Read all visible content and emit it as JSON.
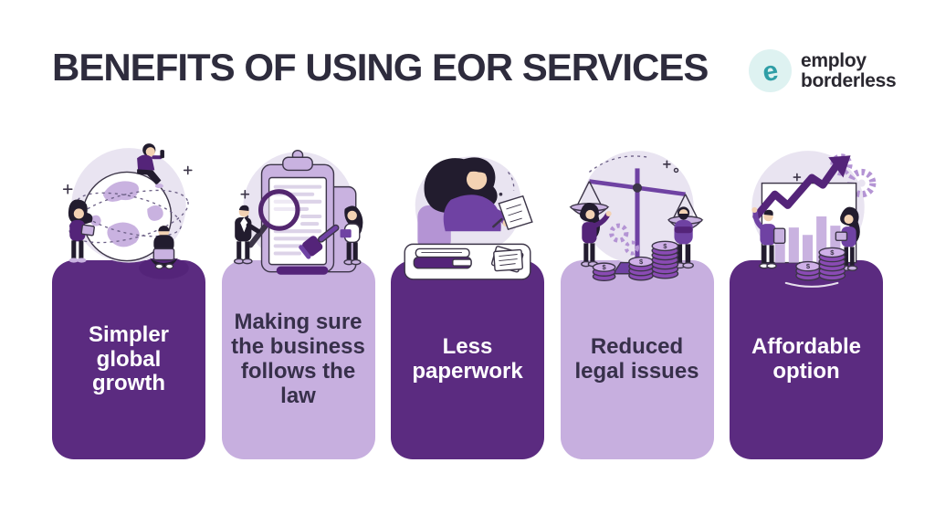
{
  "header": {
    "title": "BENEFITS OF USING EOR SERVICES",
    "logo": {
      "monogram": "e",
      "line1": "employ",
      "line2": "borderless"
    }
  },
  "cards": [
    {
      "id": "simpler-global-growth",
      "variant": "dark",
      "label": "Simpler global growth",
      "lines": [
        "Simpler",
        "global",
        "growth"
      ],
      "illustration": "people-around-globe"
    },
    {
      "id": "business-compliance",
      "variant": "light",
      "label": "Making sure the business follows the law",
      "lines": [
        "Making sure",
        "the business",
        "follows the",
        "law"
      ],
      "illustration": "clipboard-magnifier-gavel"
    },
    {
      "id": "less-paperwork",
      "variant": "dark",
      "label": "Less paperwork",
      "lines": [
        "Less",
        "paperwork"
      ],
      "illustration": "woman-reading-documents"
    },
    {
      "id": "reduced-legal-issues",
      "variant": "light",
      "label": "Reduced legal issues",
      "lines": [
        "Reduced",
        "legal issues"
      ],
      "illustration": "justice-scales-people-coins"
    },
    {
      "id": "affordable-option",
      "variant": "dark",
      "label": "Affordable option",
      "lines": [
        "Affordable",
        "option"
      ],
      "illustration": "growth-chart-coins"
    }
  ],
  "illustration_details": {
    "coin_symbol": "$"
  },
  "colors": {
    "page_bg": "#ffffff",
    "title_text": "#2e2c3d",
    "card_dark": "#5b2b80",
    "card_light": "#c7afdf",
    "card_dark_text": "#ffffff",
    "card_light_text": "#37304a",
    "logo_teal": "#2f9ea6",
    "logo_teal_bg": "#def2f1",
    "brand_text": "#2a2830",
    "blob": "#e9e4f1",
    "lav": "#c9b2e0",
    "lav2": "#b494d4",
    "pur": "#6f42a3",
    "dpur": "#542479",
    "ink": "#3c3548",
    "hair": "#221c2e",
    "skin": "#f3d2b3",
    "coin": "#8a4bb4",
    "coin_top": "#cfb0e8",
    "paper_line": "#dcd3e8",
    "mag_rim": "#53276f"
  }
}
